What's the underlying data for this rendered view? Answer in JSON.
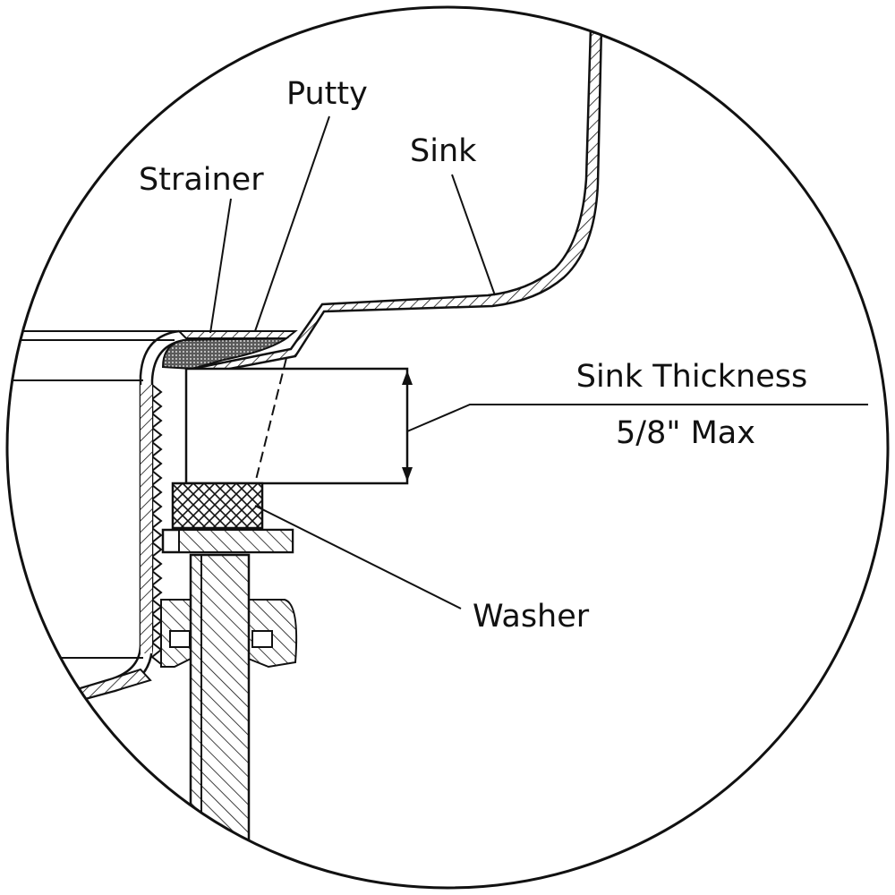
{
  "labels": {
    "putty": "Putty",
    "sink": "Sink",
    "strainer": "Strainer",
    "sink_thickness": "Sink Thickness",
    "max_dimension": "5/8\" Max",
    "washer": "Washer"
  },
  "colors": {
    "stroke": "#111111",
    "background": "#ffffff",
    "putty_fill": "#6b6b6b"
  }
}
